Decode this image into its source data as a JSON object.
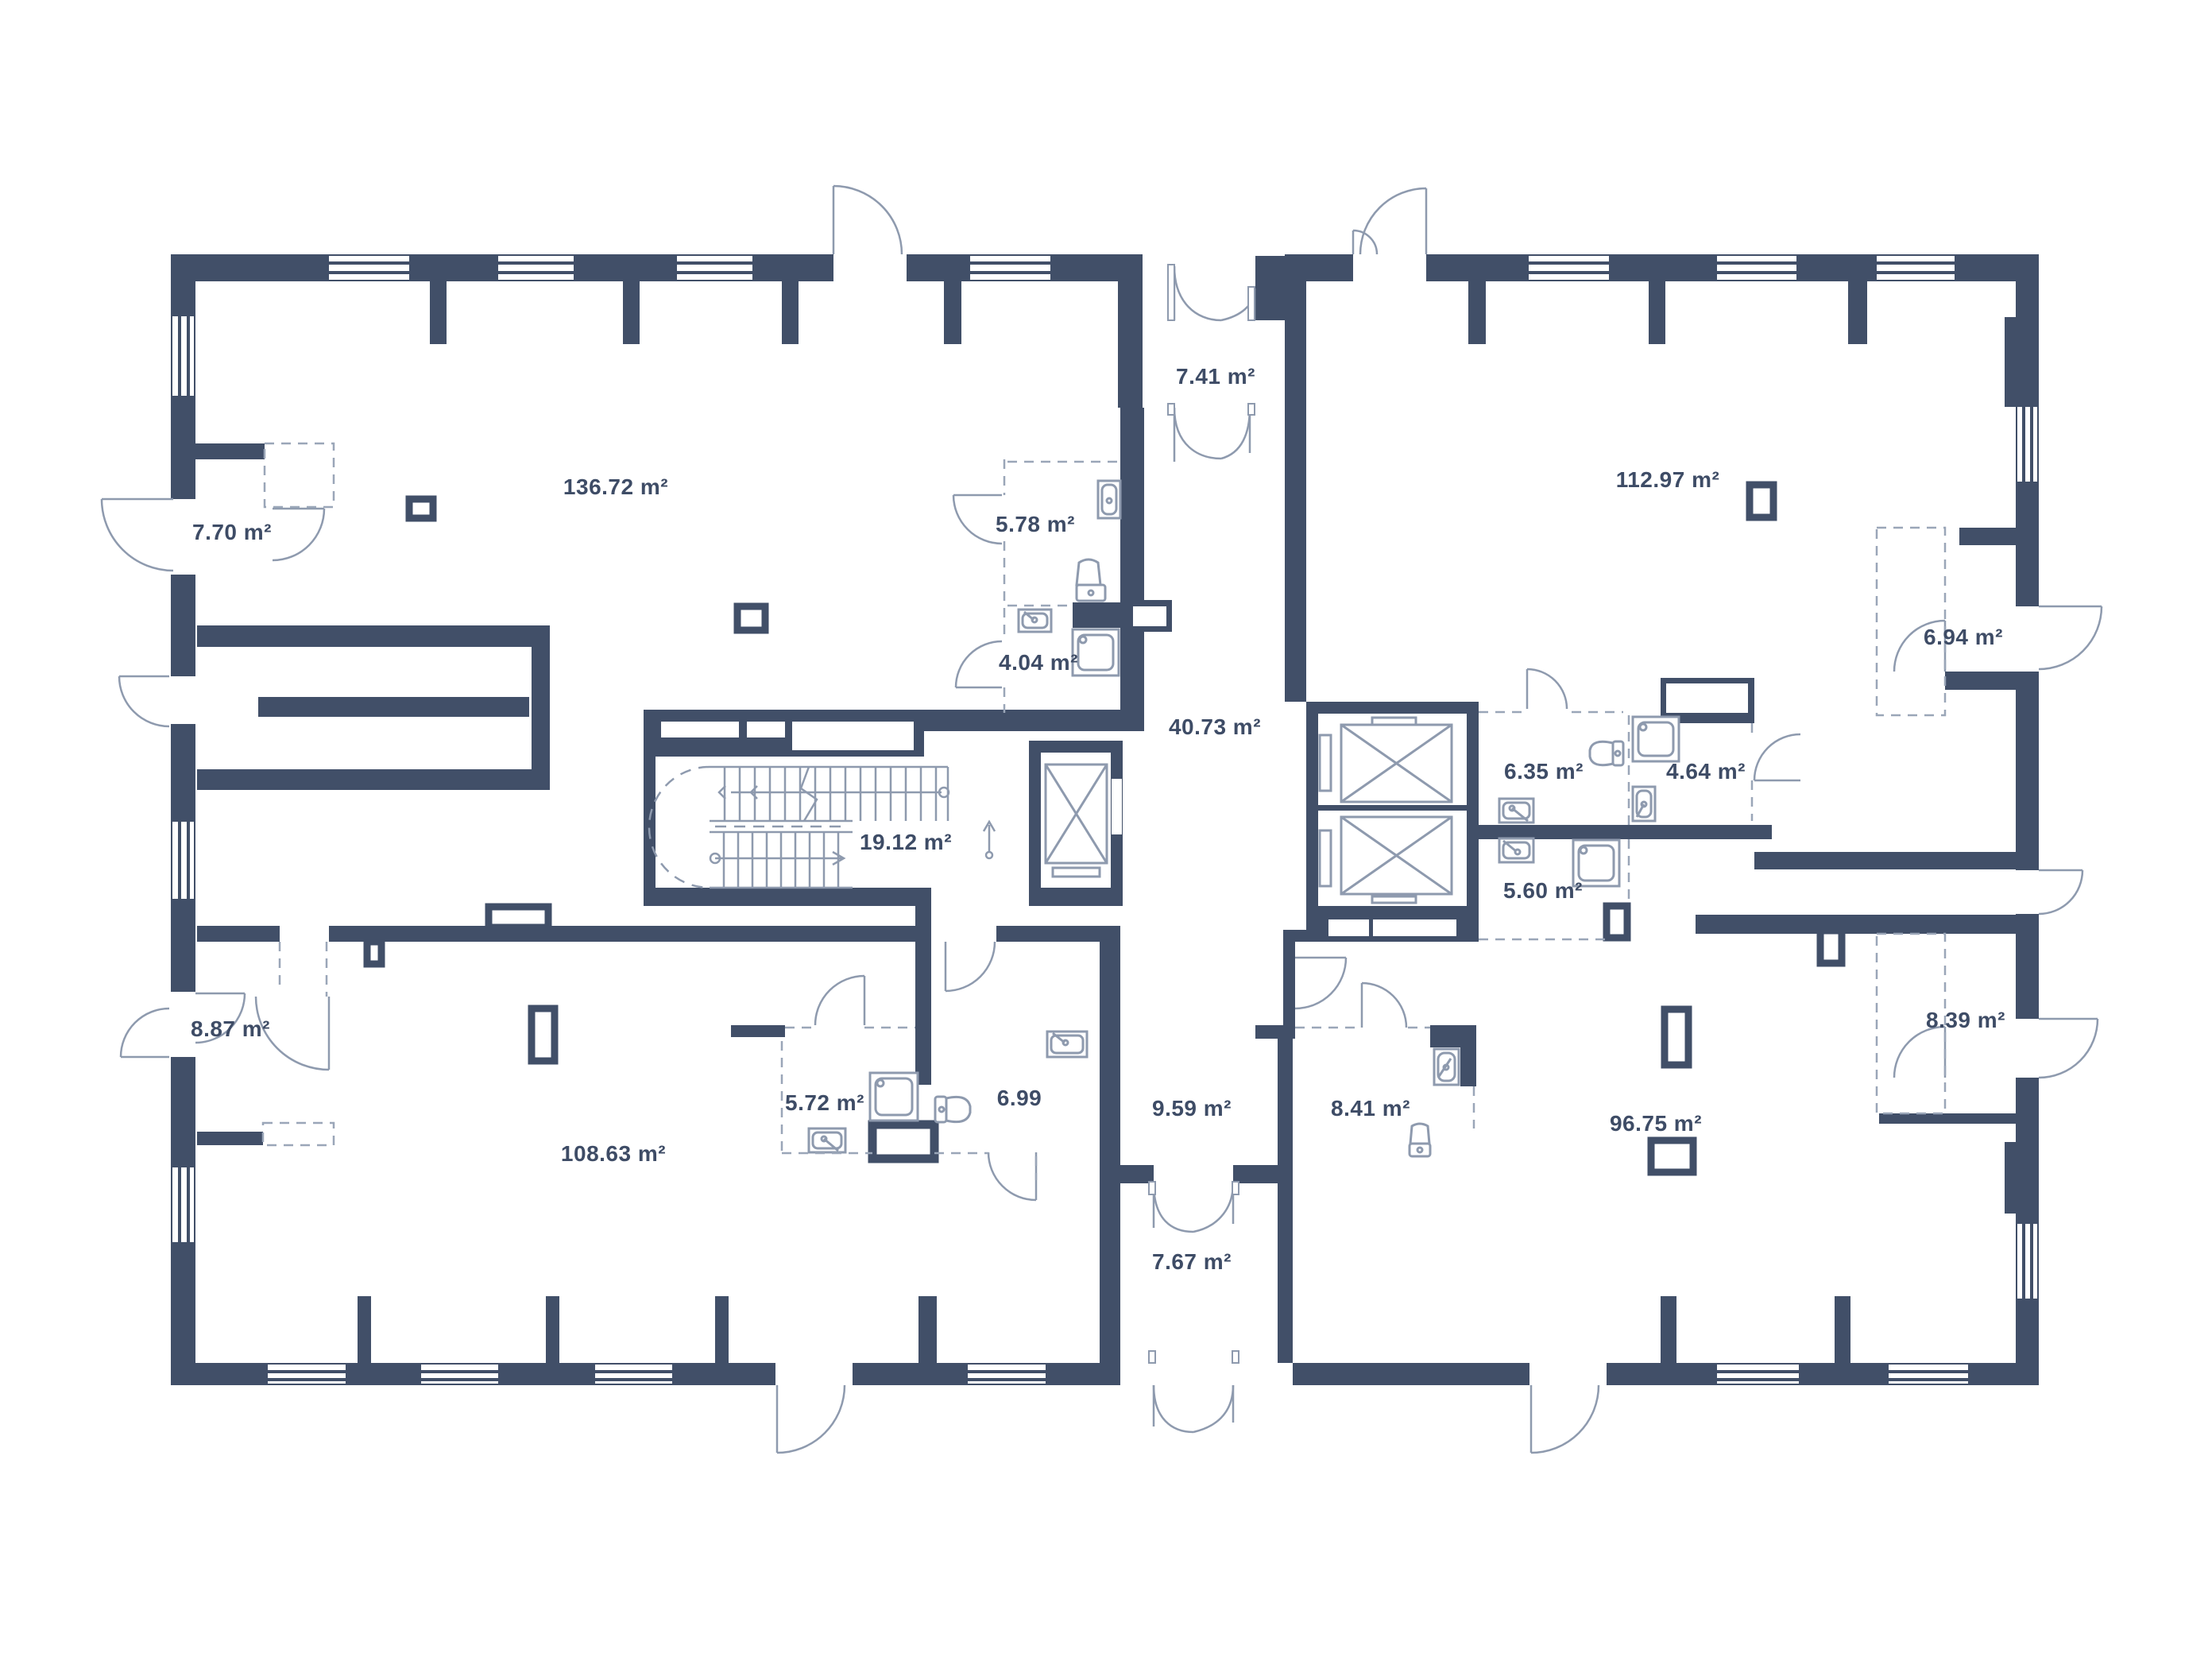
{
  "plan": {
    "type": "floor-plan",
    "units": "m²",
    "colors": {
      "wall": "#414F68",
      "fixture_line": "#8E9AAE",
      "dashed_line": "#9AA6B8",
      "label_text": "#3E4C66",
      "background": "#FFFFFF"
    },
    "rooms": [
      {
        "id": "entry-vestibule-top",
        "area": "7.41 m²"
      },
      {
        "id": "living-top-left",
        "area": "136.72 m²"
      },
      {
        "id": "hall-top-left",
        "area": "7.70 m²"
      },
      {
        "id": "bath-578",
        "area": "5.78 m²"
      },
      {
        "id": "living-top-right",
        "area": "112.97 m²"
      },
      {
        "id": "loggia-694",
        "area": "6.94 m²"
      },
      {
        "id": "bath-404",
        "area": "4.04 m²"
      },
      {
        "id": "lobby-central",
        "area": "40.73 m²"
      },
      {
        "id": "bath-635",
        "area": "6.35 m²"
      },
      {
        "id": "bath-464",
        "area": "4.64 m²"
      },
      {
        "id": "stairwell",
        "area": "19.12 m²"
      },
      {
        "id": "bath-560",
        "area": "5.60 m²"
      },
      {
        "id": "hall-887",
        "area": "8.87 m²"
      },
      {
        "id": "loggia-839",
        "area": "8.39 m²"
      },
      {
        "id": "bath-572",
        "area": "5.72 m²"
      },
      {
        "id": "hall-699",
        "area": "6.99"
      },
      {
        "id": "corridor-959",
        "area": "9.59 m²"
      },
      {
        "id": "hall-841",
        "area": "8.41 m²"
      },
      {
        "id": "living-bottom-right",
        "area": "96.75 m²"
      },
      {
        "id": "living-bottom-left",
        "area": "108.63 m²"
      },
      {
        "id": "exit-vestibule-bottom",
        "area": "7.67 m²"
      }
    ],
    "icons": [
      "stairs-icon",
      "elevator-icon",
      "toilet-icon",
      "sink-icon",
      "shower-icon",
      "door-arc-icon",
      "window-icon",
      "wardrobe-dashed-icon",
      "column-icon",
      "vent-duct-icon"
    ]
  }
}
